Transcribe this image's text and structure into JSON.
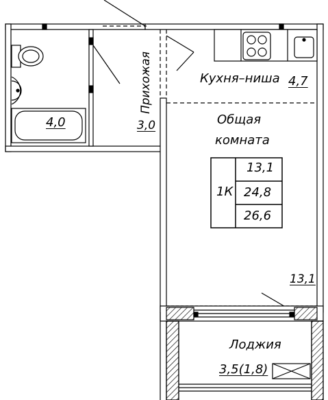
{
  "rooms": {
    "hallway": {
      "name": "Прихожая",
      "area": "3,0"
    },
    "bathroom": {
      "area": "4,0"
    },
    "kitchen": {
      "name": "Кухня–ниша",
      "area": "4,7"
    },
    "living": {
      "name_line1": "Общая",
      "name_line2": "комната",
      "area": "13,1"
    },
    "loggia": {
      "name": "Лоджия",
      "area": "3,5(1,8)"
    }
  },
  "summary_table": {
    "unit_type": "1К",
    "living_area": "13,1",
    "total_area_no_balcony": "24,8",
    "total_area": "26,6"
  },
  "colors": {
    "line": "#000000",
    "background": "#ffffff"
  }
}
